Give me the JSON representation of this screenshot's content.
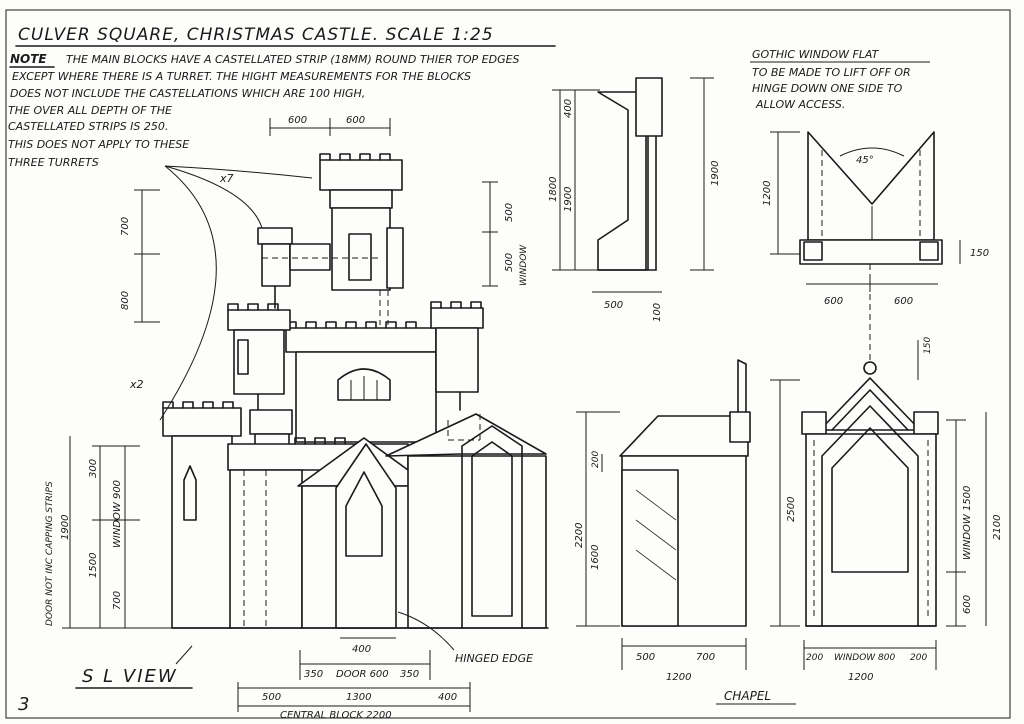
{
  "title": "CULVER SQUARE, CHRISTMAS CASTLE. SCALE 1:25",
  "note": {
    "label": "NOTE",
    "lines": [
      "THE MAIN BLOCKS HAVE A CASTELLATED STRIP (18MM) ROUND THIER TOP EDGES",
      "EXCEPT WHERE THERE IS A TURRET. THE HIGHT MEASUREMENTS FOR THE BLOCKS",
      "DOES NOT INCLUDE THE CASTELLATIONS WHICH ARE 100 HIGH,",
      "THE OVER ALL DEPTH OF THE",
      "CASTELLATED STRIPS IS 250.",
      "THIS DOES NOT APPLY TO THESE",
      "THREE TURRETS"
    ]
  },
  "gothic_note": [
    "GOTHIC WINDOW FLAT",
    "TO BE MADE TO LIFT OFF OR",
    "HINGE DOWN ONE SIDE TO",
    "ALLOW ACCESS."
  ],
  "view_label": "S L VIEW",
  "chapel_label": "CHAPEL",
  "page_number": "3",
  "hinged_edge": "HINGED EDGE",
  "counts": {
    "x7": "x7",
    "x2": "x2"
  },
  "angle": "45°",
  "door_note": "DOOR NOT INC CAPPING STRIPS",
  "dims": {
    "d600a": "600",
    "d600b": "600",
    "d700": "700",
    "d800": "800",
    "d500": "500",
    "d500w": "500",
    "window": "WINDOW",
    "d1800": "1800",
    "d1900a": "1900",
    "d1900b": "1900",
    "d400": "400",
    "d500b": "500",
    "d100": "100",
    "d1200g": "1200",
    "d150g": "150",
    "d600g1": "600",
    "d600g2": "600",
    "d1900d": "1900",
    "d300": "300",
    "d1500": "1500",
    "d900": "WINDOW 900",
    "d700b": "700",
    "d400door": "400",
    "d350a": "350",
    "door600": "DOOR 600",
    "d350b": "350",
    "d500c": "500",
    "d1300": "1300",
    "d400c": "400",
    "central": "CENTRAL BLOCK 2200",
    "d200s": "200",
    "d2200": "2200",
    "d1600": "1600",
    "d500s": "500",
    "d700s": "700",
    "d1200s": "1200",
    "d2500": "2500",
    "d150c": "150",
    "d1500w": "WINDOW 1500",
    "d2100": "2100",
    "d600c": "600",
    "d200a": "200",
    "win800": "WINDOW 800",
    "d200b": "200",
    "d1200c": "1200"
  }
}
